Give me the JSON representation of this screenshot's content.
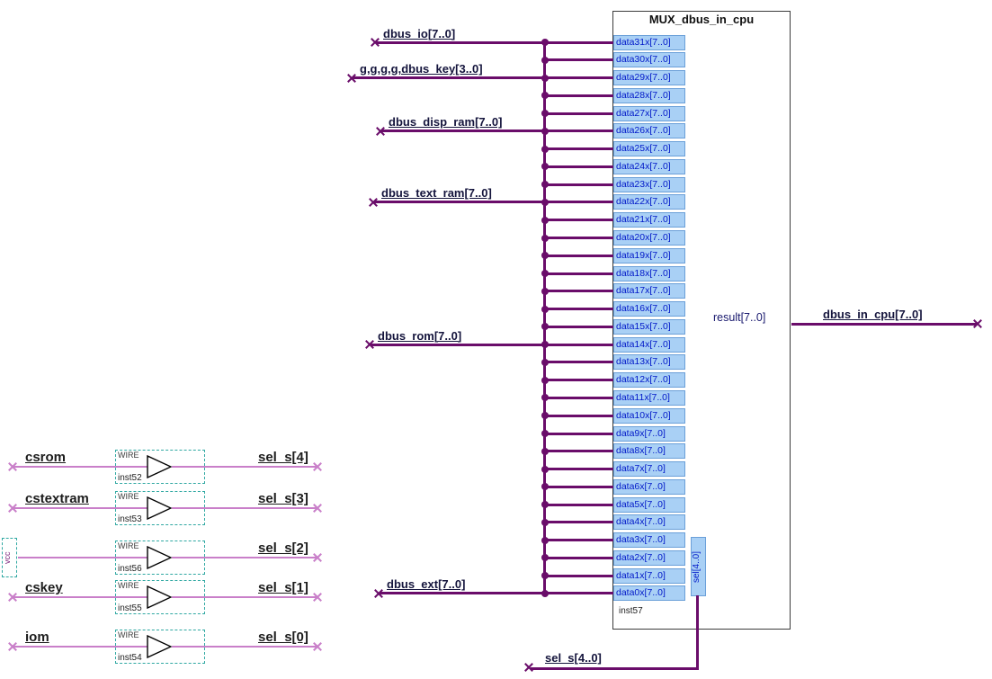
{
  "title": "MUX_dbus_in_cpu",
  "mux": {
    "instance": "inst57",
    "result_port": "result[7..0]",
    "sel_port": "sel[4..0]",
    "data_ports": [
      "data31x[7..0]",
      "data30x[7..0]",
      "data29x[7..0]",
      "data28x[7..0]",
      "data27x[7..0]",
      "data26x[7..0]",
      "data25x[7..0]",
      "data24x[7..0]",
      "data23x[7..0]",
      "data22x[7..0]",
      "data21x[7..0]",
      "data20x[7..0]",
      "data19x[7..0]",
      "data18x[7..0]",
      "data17x[7..0]",
      "data16x[7..0]",
      "data15x[7..0]",
      "data14x[7..0]",
      "data13x[7..0]",
      "data12x[7..0]",
      "data11x[7..0]",
      "data10x[7..0]",
      "data9x[7..0]",
      "data8x[7..0]",
      "data7x[7..0]",
      "data6x[7..0]",
      "data5x[7..0]",
      "data4x[7..0]",
      "data3x[7..0]",
      "data2x[7..0]",
      "data1x[7..0]",
      "data0x[7..0]"
    ]
  },
  "bus_inputs": [
    {
      "label": "dbus_io[7..0]",
      "row": 0
    },
    {
      "label": "g,g,g,g,dbus_key[3..0]",
      "row": 2
    },
    {
      "label": "dbus_disp_ram[7..0]",
      "row": 5
    },
    {
      "label": "dbus_text_ram[7..0]",
      "row": 9
    },
    {
      "label": "dbus_rom[7..0]",
      "row": 17
    },
    {
      "label": "dbus_ext[7..0]",
      "row": 31
    }
  ],
  "output": {
    "label": "dbus_in_cpu[7..0]"
  },
  "sel_net": {
    "label": "sel_s[4..0]"
  },
  "buffers": [
    {
      "type_label": "WIRE",
      "input": "csrom",
      "instance": "inst52",
      "output": "sel_s[4]",
      "vcc": false
    },
    {
      "type_label": "WIRE",
      "input": "cstextram",
      "instance": "inst53",
      "output": "sel_s[3]",
      "vcc": false
    },
    {
      "type_label": "WIRE",
      "input": "vcc",
      "instance": "inst56",
      "output": "sel_s[2]",
      "vcc": true
    },
    {
      "type_label": "WIRE",
      "input": "cskey",
      "instance": "inst55",
      "output": "sel_s[1]",
      "vcc": false
    },
    {
      "type_label": "WIRE",
      "input": "iom",
      "instance": "inst54",
      "output": "sel_s[0]",
      "vcc": false
    }
  ],
  "colors": {
    "bus": "#6a0d6a",
    "wire": "#c97fc9",
    "port_bg": "#a9d0f5",
    "port_text": "#0018c8",
    "select_box": "#2fa8a2"
  }
}
